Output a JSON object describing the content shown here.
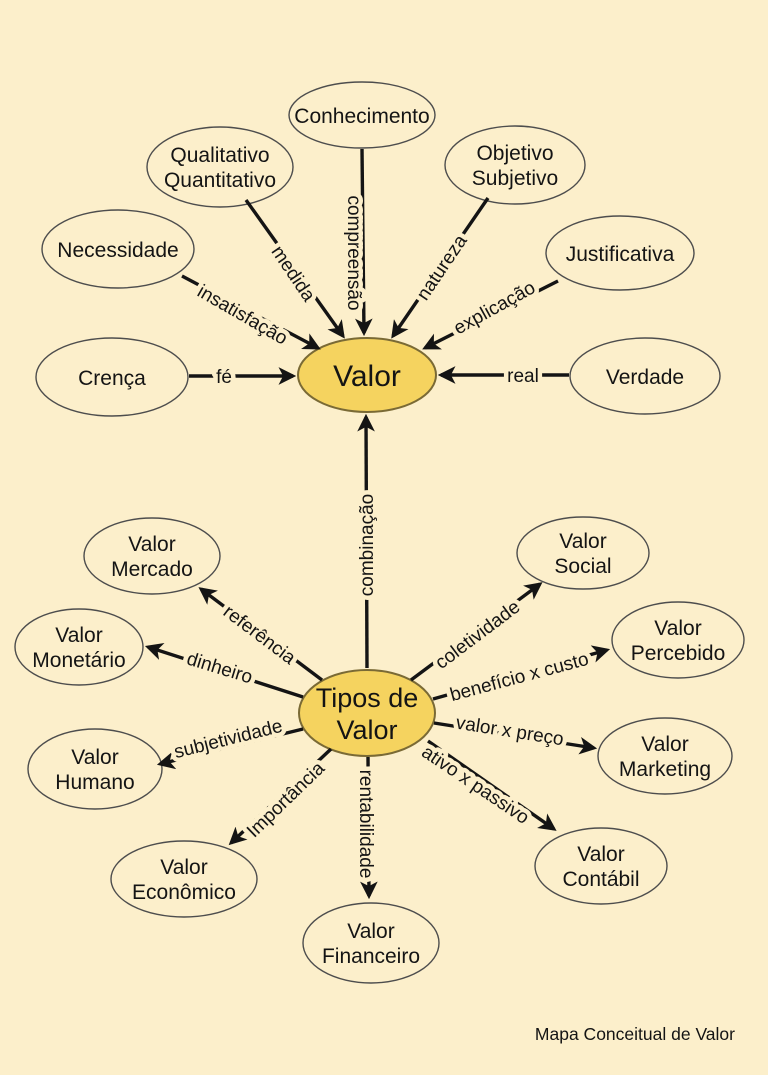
{
  "colors": {
    "background": "#FCEFCB",
    "center_node_fill": "#F5D35F",
    "center_node_stroke": "#7a6a35",
    "node_stroke": "#4d4d4d",
    "line": "#141414"
  },
  "caption": "Mapa Conceitual de Valor",
  "centers": {
    "valor": {
      "label": "Valor"
    },
    "tipos": {
      "label1": "Tipos de",
      "label2": "Valor"
    }
  },
  "top_concepts": {
    "conhecimento": {
      "label": "Conhecimento",
      "edge": "compreensão"
    },
    "qualitativo": {
      "label1": "Qualitativo",
      "label2": "Quantitativo",
      "edge": "medida"
    },
    "objetivo": {
      "label1": "Objetivo",
      "label2": "Subjetivo",
      "edge": "natureza"
    },
    "necessidade": {
      "label": "Necessidade",
      "edge": "insatisfação"
    },
    "justificativa": {
      "label": "Justificativa",
      "edge": "explicação"
    },
    "crenca": {
      "label": "Crença",
      "edge": "fé"
    },
    "verdade": {
      "label": "Verdade",
      "edge": "real"
    }
  },
  "link_tipos_valor": {
    "edge": "combinação"
  },
  "bottom_concepts": {
    "mercado": {
      "label1": "Valor",
      "label2": "Mercado",
      "edge": "referência"
    },
    "social": {
      "label1": "Valor",
      "label2": "Social",
      "edge": "coletividade"
    },
    "monetario": {
      "label1": "Valor",
      "label2": "Monetário",
      "edge": "dinheiro"
    },
    "percebido": {
      "label1": "Valor",
      "label2": "Percebido",
      "edge": "benefício x custo"
    },
    "humano": {
      "label1": "Valor",
      "label2": "Humano",
      "edge": "subjetividade"
    },
    "marketing": {
      "label1": "Valor",
      "label2": "Marketing",
      "edge": "valor x preço"
    },
    "economico": {
      "label1": "Valor",
      "label2": "Econômico",
      "edge": "Importância"
    },
    "contabil": {
      "label1": "Valor",
      "label2": "Contábil",
      "edge": "ativo x passivo"
    },
    "financeiro": {
      "label1": "Valor",
      "label2": "Financeiro",
      "edge": "rentabilidade"
    }
  }
}
